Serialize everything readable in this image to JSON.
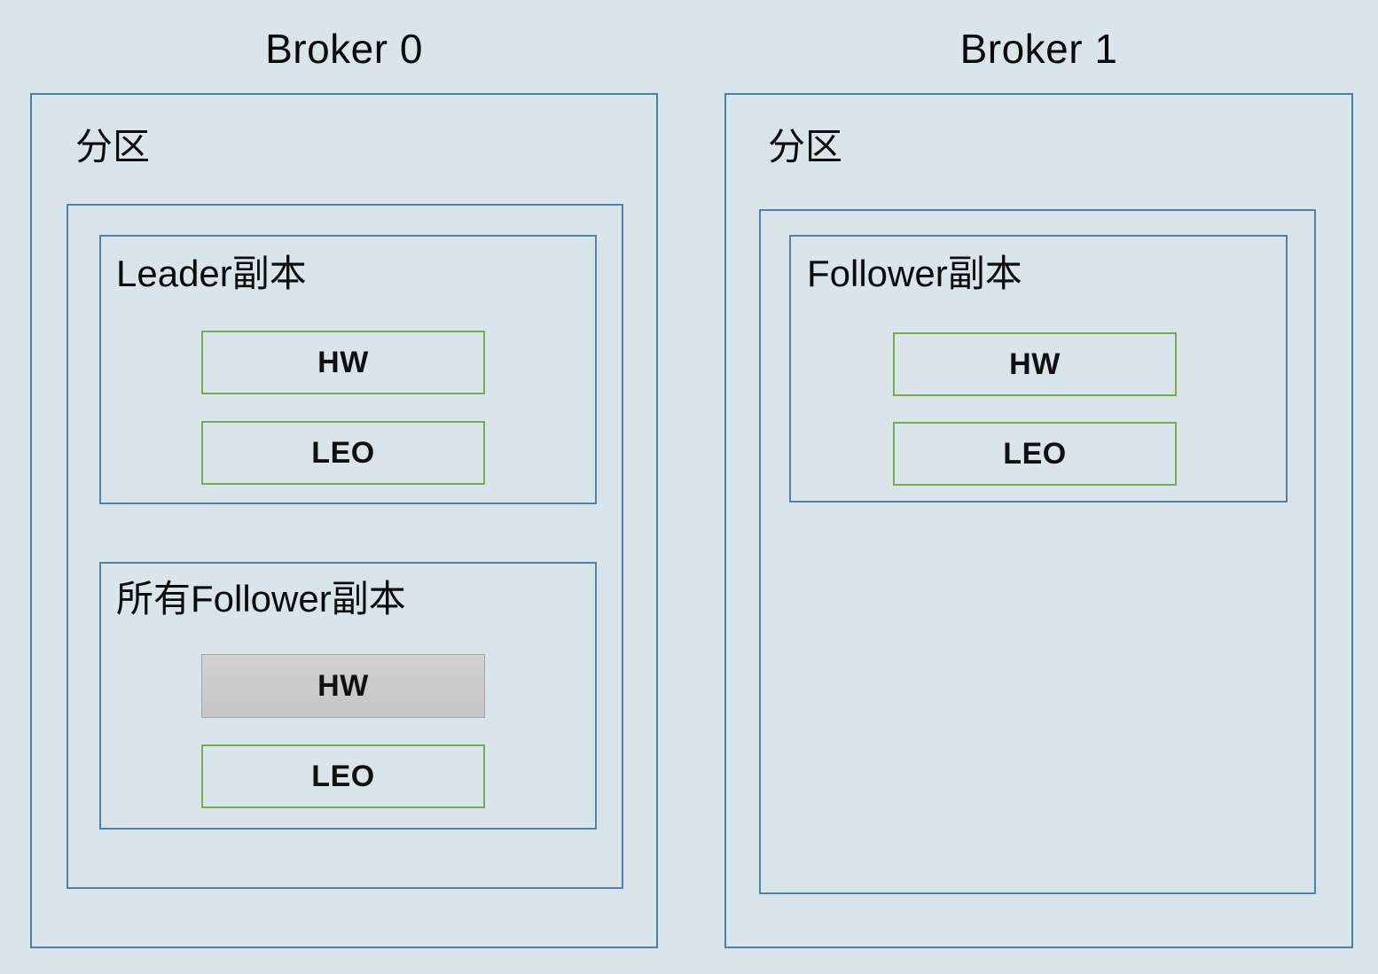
{
  "diagram": {
    "title_bar": "",
    "background_color": "#dae4eb",
    "accent_border_color": "#4a7fab",
    "green_chip_color": "#74ad4e",
    "gray_chip_color": "#cccccc",
    "brokers": [
      {
        "title": "Broker 0",
        "partition_label": "分区",
        "replicas": [
          {
            "name": "Leader副本",
            "chips": [
              {
                "label": "HW",
                "style": "green"
              },
              {
                "label": "LEO",
                "style": "green"
              }
            ]
          },
          {
            "name": "所有Follower副本",
            "chips": [
              {
                "label": "HW",
                "style": "gray"
              },
              {
                "label": "LEO",
                "style": "green"
              }
            ]
          }
        ]
      },
      {
        "title": "Broker 1",
        "partition_label": "分区",
        "replicas": [
          {
            "name": "Follower副本",
            "chips": [
              {
                "label": "HW",
                "style": "green"
              },
              {
                "label": "LEO",
                "style": "green"
              }
            ]
          }
        ]
      }
    ]
  }
}
